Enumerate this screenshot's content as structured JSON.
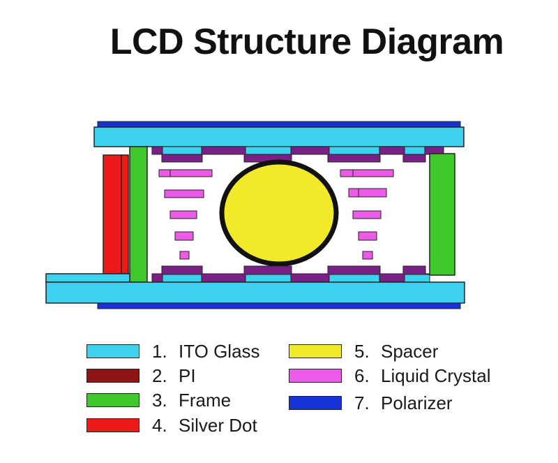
{
  "title": "LCD Structure Diagram",
  "colors": {
    "ito_glass": "#3dd0ef",
    "pi": "#8f1416",
    "frame": "#3ec82a",
    "silver_dot": "#ee1a1a",
    "spacer": "#f0ea2a",
    "liquid_crystal": "#ec5ae8",
    "polarizer": "#1733d8",
    "electrode": "#7a1f86"
  },
  "legend": [
    {
      "num": "1.",
      "label": "ITO Glass",
      "color_key": "ito_glass"
    },
    {
      "num": "2.",
      "label": "PI",
      "color_key": "pi"
    },
    {
      "num": "3.",
      "label": "Frame",
      "color_key": "frame"
    },
    {
      "num": "4.",
      "label": "Silver Dot",
      "color_key": "silver_dot"
    },
    {
      "num": "5.",
      "label": "Spacer",
      "color_key": "spacer"
    },
    {
      "num": "6.",
      "label": "Liquid Crystal",
      "color_key": "liquid_crystal"
    },
    {
      "num": "7.",
      "label": "Polarizer",
      "color_key": "polarizer"
    }
  ]
}
